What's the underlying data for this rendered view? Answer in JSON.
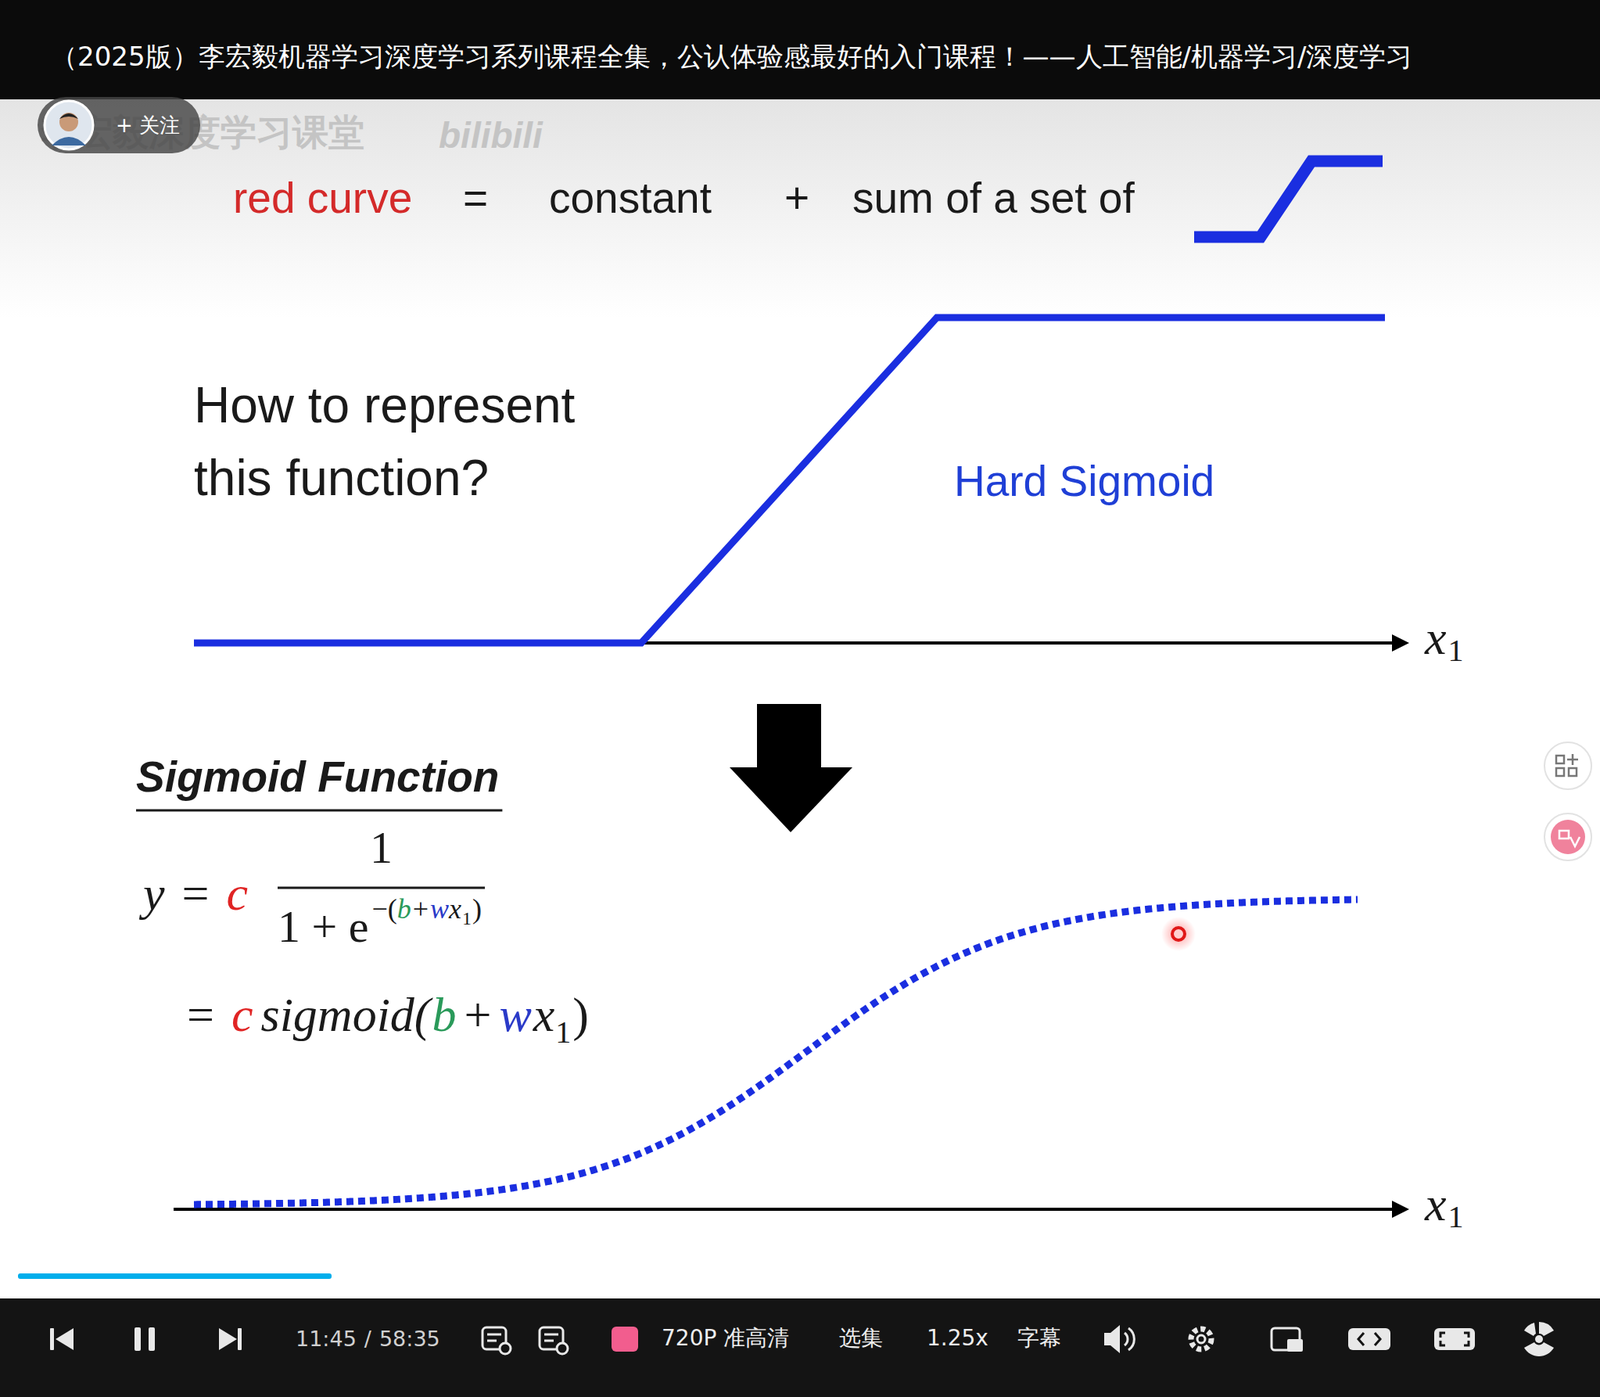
{
  "diagram": {
    "title": "（2025版）李宏毅机器学习深度学习系列课程全集，公认体验感最好的入门课程！——人工智能/机器学习/深度学习",
    "nodes": [
      {
        "text": [
          "+ 关注"
        ]
      }
    ],
    "labels": [
      "李宏毅深度学习课堂",
      "bilibili",
      "red curve",
      "=",
      "constant",
      "+",
      "sum of a set of",
      "How to represent this function?",
      "Hard Sigmoid",
      "x",
      "1",
      "Sigmoid Function",
      "y",
      "=",
      "c",
      "1",
      "1 + e",
      "−(",
      "b",
      "+",
      "w",
      "x",
      "1",
      ")",
      "=",
      "c",
      "sigmoid(",
      "b",
      "+",
      "w",
      "x",
      "1",
      ")",
      "x",
      "1",
      "11:45",
      "/",
      "58:35",
      "720P 准高清",
      "选集",
      "1.25x",
      "字幕"
    ]
  }
}
